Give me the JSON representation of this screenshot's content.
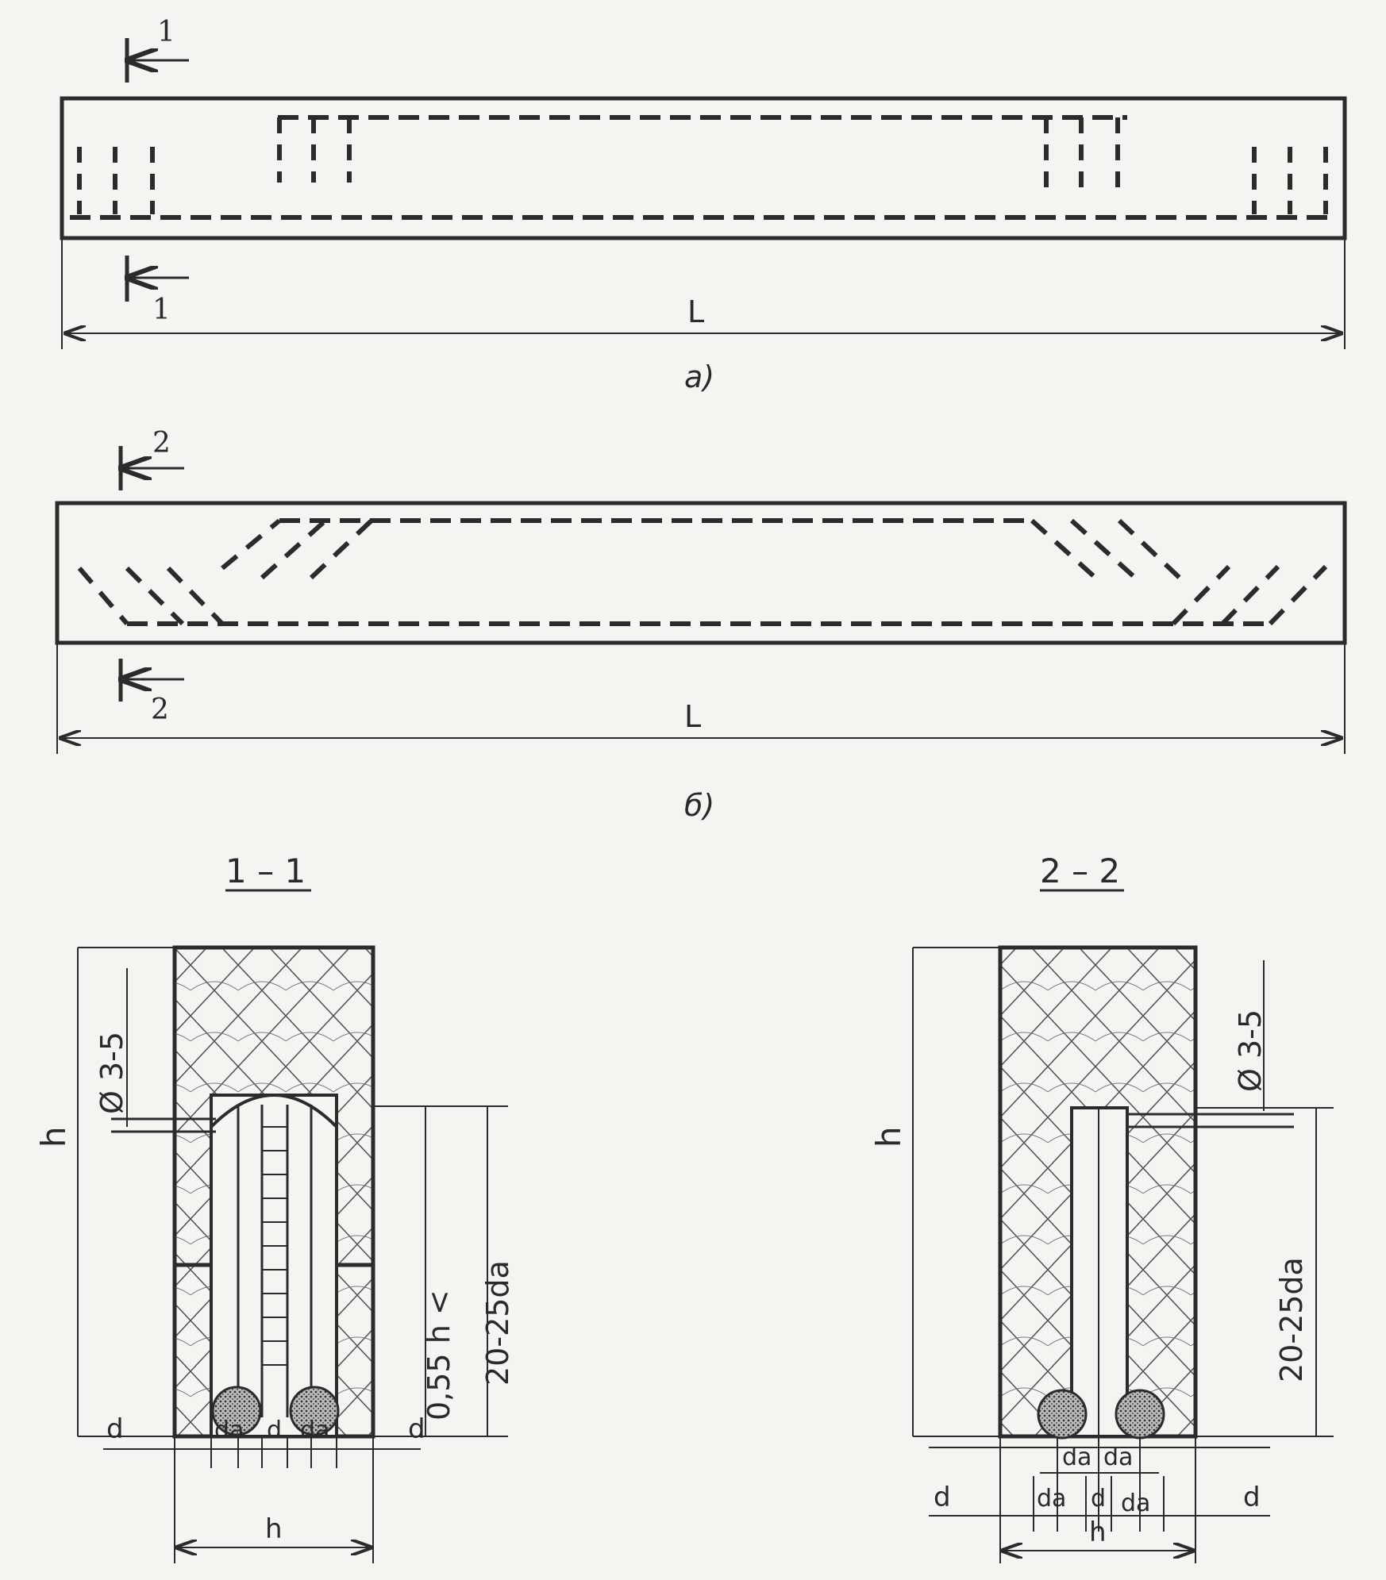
{
  "colors": {
    "ink": "#2b2b2b",
    "paper": "#f4f4f1",
    "hatch": "#555555"
  },
  "beam_a": {
    "section_top": "1",
    "section_bottom": "1",
    "span_label": "L",
    "caption": "а)"
  },
  "beam_b": {
    "section_top": "2",
    "section_bottom": "2",
    "span_label": "L",
    "caption": "б)"
  },
  "section_1_1": {
    "title": "1 – 1",
    "height_label": "h",
    "diameter_label": "Ø 3-5",
    "height_ratio_label": "0,55 h <",
    "anchorage_label": "20-25da",
    "dims_bottom": [
      "d",
      "da",
      "d",
      "da",
      "d"
    ],
    "width_label": "h"
  },
  "section_2_2": {
    "title": "2 – 2",
    "height_label": "h",
    "diameter_label": "Ø 3-5",
    "anchorage_label": "20-25da",
    "dims_mid": [
      "da",
      "da"
    ],
    "dims_bottom": [
      "d",
      "da",
      "d",
      "da",
      "d"
    ],
    "width_label": "h"
  }
}
